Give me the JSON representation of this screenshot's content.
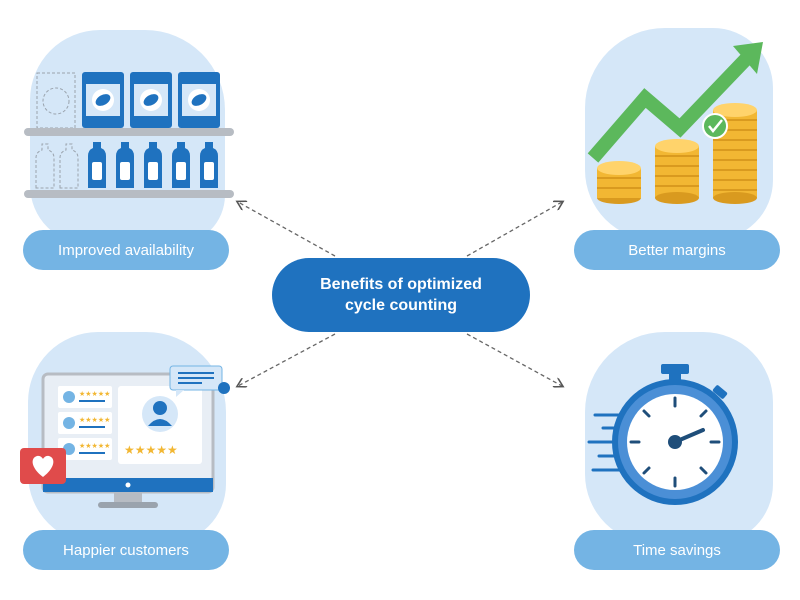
{
  "center": {
    "line1": "Benefits of optimized",
    "line2": "cycle counting"
  },
  "benefits": [
    {
      "label": "Improved availability",
      "icon": "store-shelf-icon"
    },
    {
      "label": "Better margins",
      "icon": "growth-coins-icon"
    },
    {
      "label": "Happier customers",
      "icon": "customer-reviews-icon"
    },
    {
      "label": "Time savings",
      "icon": "stopwatch-icon"
    }
  ],
  "colors": {
    "primary": "#1f72bf",
    "pill": "#74b4e4",
    "blob": "#d5e7f8",
    "green": "#5cb85c",
    "gold": "#f2b733",
    "heart": "#e04b4b"
  }
}
